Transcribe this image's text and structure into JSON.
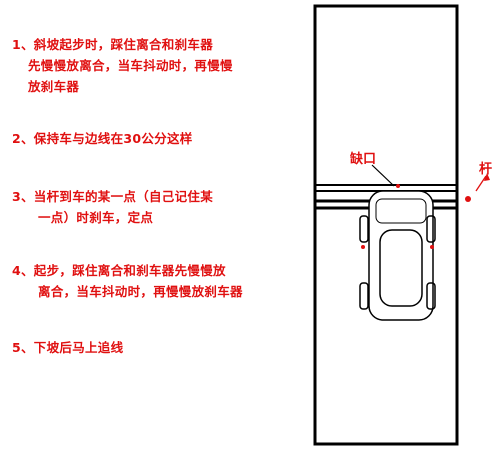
{
  "steps": [
    {
      "lines": [
        "1、斜坡起步时，踩住离合和刹车器",
        "先慢慢放离合，当车抖动时，再慢慢",
        "放刹车器"
      ]
    },
    {
      "lines": [
        "2、保持车与边线在30公分这样"
      ]
    },
    {
      "lines": [
        "3、当杆到车的某一点（自己记住某",
        "一点）时刹车，定点"
      ]
    },
    {
      "lines": [
        "4、起步，踩住离合和刹车器先慢慢放",
        "离合，当车抖动时，再慢慢放刹车器"
      ]
    },
    {
      "lines": [
        "5、下坡后马上追线"
      ]
    }
  ],
  "diagram": {
    "gap_label": "缺口",
    "pole_label": "杆",
    "colors": {
      "text": "#e01010",
      "lines": "#000000",
      "accent": "#e01010"
    }
  }
}
